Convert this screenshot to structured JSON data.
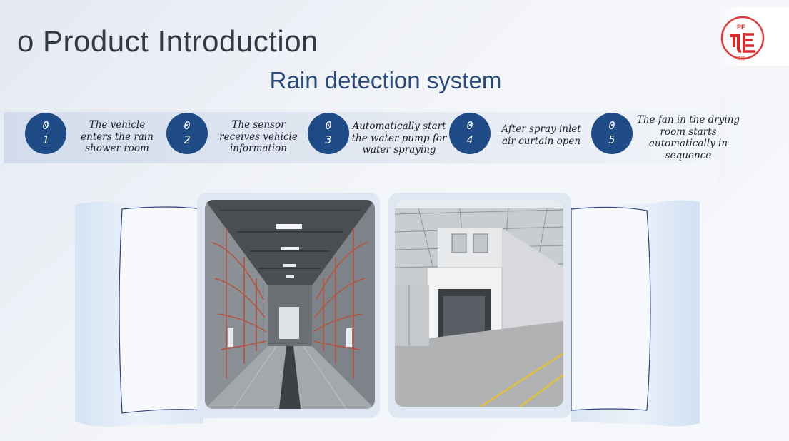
{
  "header": {
    "title": "o Product Introduction",
    "logo": {
      "letters": "PE",
      "name": "company-logo"
    }
  },
  "subtitle": "Rain detection system",
  "steps": [
    {
      "num1": "0",
      "num2": "1",
      "text": "The vehicle enters the rain shower room"
    },
    {
      "num1": "0",
      "num2": "2",
      "text": "The sensor receives vehicle information"
    },
    {
      "num1": "0",
      "num2": "3",
      "text": "Automatically start the water pump for water spraying"
    },
    {
      "num1": "0",
      "num2": "4",
      "text": "After spray inlet air curtain open"
    },
    {
      "num1": "0",
      "num2": "5",
      "text": "The fan in the drying room starts automatically in sequence"
    }
  ],
  "colors": {
    "accent": "#1f4b87",
    "title": "#323a48",
    "subtitle": "#284a7d",
    "logo_red": "#d92a2a"
  },
  "photos": [
    {
      "name": "rain-tunnel-interior-photo",
      "description_icon": "photo"
    },
    {
      "name": "rain-booth-exterior-photo",
      "description_icon": "photo"
    }
  ]
}
